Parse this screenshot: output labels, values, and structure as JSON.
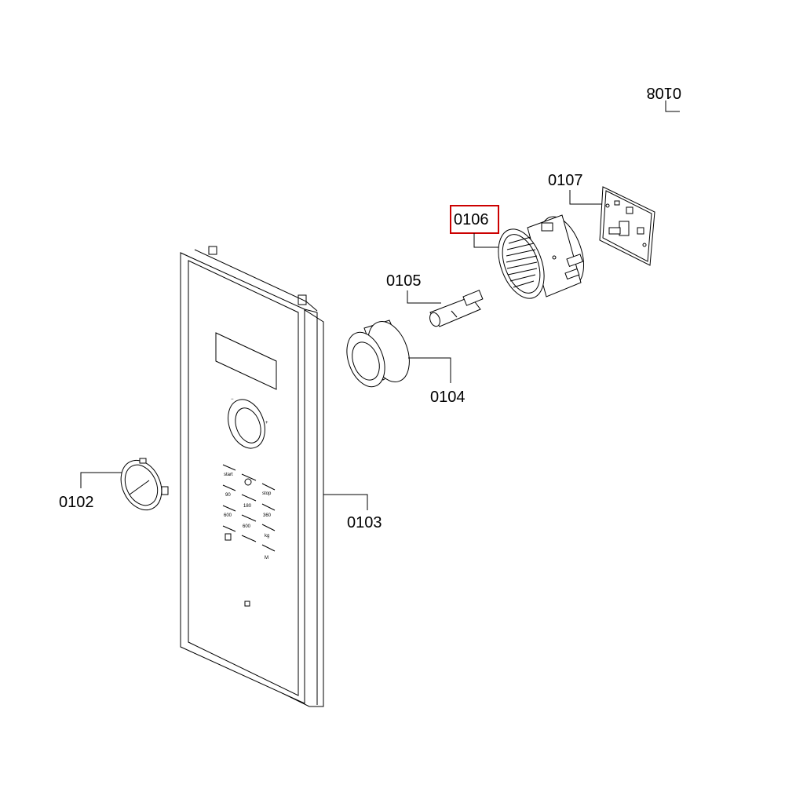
{
  "parts": {
    "p0102": "0102",
    "p0103": "0103",
    "p0104": "0104",
    "p0105": "0105",
    "p0106": "0106",
    "p0107": "0107",
    "p0108": "0108"
  },
  "highlight_color": "#cc0000",
  "highlighted_part": "0106",
  "panel_keys": {
    "start": "start",
    "stop": "stop",
    "k90": "90",
    "k180": "180",
    "k360": "360",
    "k600a": "600",
    "k600b": "600",
    "kg": "kg",
    "m": "M"
  }
}
